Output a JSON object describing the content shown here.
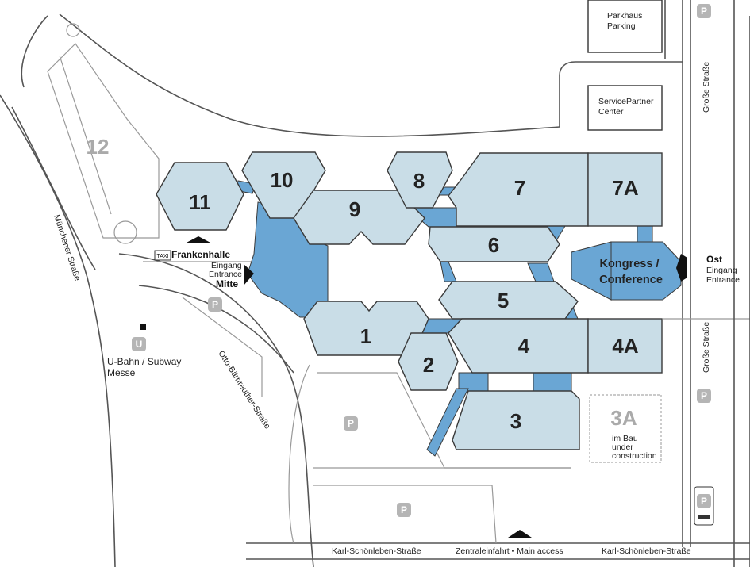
{
  "halls": {
    "h1": "1",
    "h2": "2",
    "h3": "3",
    "h3a": "3A",
    "h4": "4",
    "h4a": "4A",
    "h5": "5",
    "h6": "6",
    "h7": "7",
    "h7a": "7A",
    "h8": "8",
    "h9": "9",
    "h10": "10",
    "h11": "11",
    "h12": "12"
  },
  "congress": {
    "line1": "Kongress /",
    "line2": "Conference"
  },
  "hall3a_note": [
    "im Bau",
    "under",
    "construction"
  ],
  "buildings": {
    "parkhaus": [
      "Parkhaus",
      "Parking"
    ],
    "servicepartner": [
      "ServicePartner",
      "Center"
    ]
  },
  "entrances": {
    "ost_title": "Ost",
    "ost_sub": [
      "Eingang",
      "Entrance"
    ],
    "frankenhalle": "Frankenhalle",
    "mitte_sub": [
      "Eingang",
      "Entrance"
    ],
    "mitte": "Mitte"
  },
  "subway": {
    "icon": "U",
    "line1": "U-Bahn / Subway",
    "line2": "Messe"
  },
  "taxi": "TAXI",
  "parking_label": "P",
  "streets": {
    "muenchener": "Münchener Straße",
    "otto": "Otto-Bärnreuther-Straße",
    "grosse_top": "Große Straße",
    "grosse_bottom": "Große Straße",
    "karl_left": "Karl-Schönleben-Straße",
    "main_access": "Zentraleinfahrt • Main access",
    "karl_right": "Karl-Schönleben-Straße"
  },
  "colors": {
    "hall_fill": "#c9dde7",
    "connector": "#6aa6d4",
    "parking": "#b5b5b5"
  }
}
